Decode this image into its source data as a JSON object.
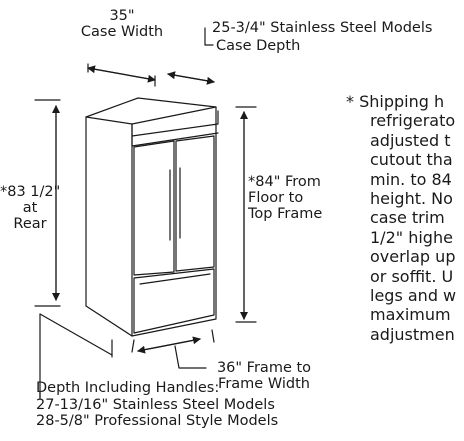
{
  "labels": {
    "case_width_value": "35\"",
    "case_width_label": "Case Width",
    "case_depth_models": "25-3/4\" Stainless Steel Models",
    "case_depth_label": "Case Depth",
    "rear_height_value": "*83 1/2\"",
    "rear_height_at": "at",
    "rear_height_label": "Rear",
    "floor_height_1": "*84\" From",
    "floor_height_2": "Floor to",
    "floor_height_3": "Top Frame",
    "frame_width_1": "36\" Frame to",
    "frame_width_2": "Frame Width",
    "depth_handles_title": "Depth Including Handles:",
    "depth_handles_stainless": "27-13/16\" Stainless Steel Models",
    "depth_handles_professional": "28-5/8\" Professional Style Models"
  },
  "footnote_lines": [
    "* Shipping h",
    "refrigerato",
    "adjusted t",
    "cutout tha",
    "min. to 84",
    "height. No",
    "case trim",
    "1/2\" highe",
    "overlap up",
    "or soffit. U",
    "legs and w",
    "maximum",
    "adjustmen"
  ],
  "colors": {
    "line": "#1a1a1a",
    "text": "#1a1a1a",
    "background": "#ffffff"
  }
}
